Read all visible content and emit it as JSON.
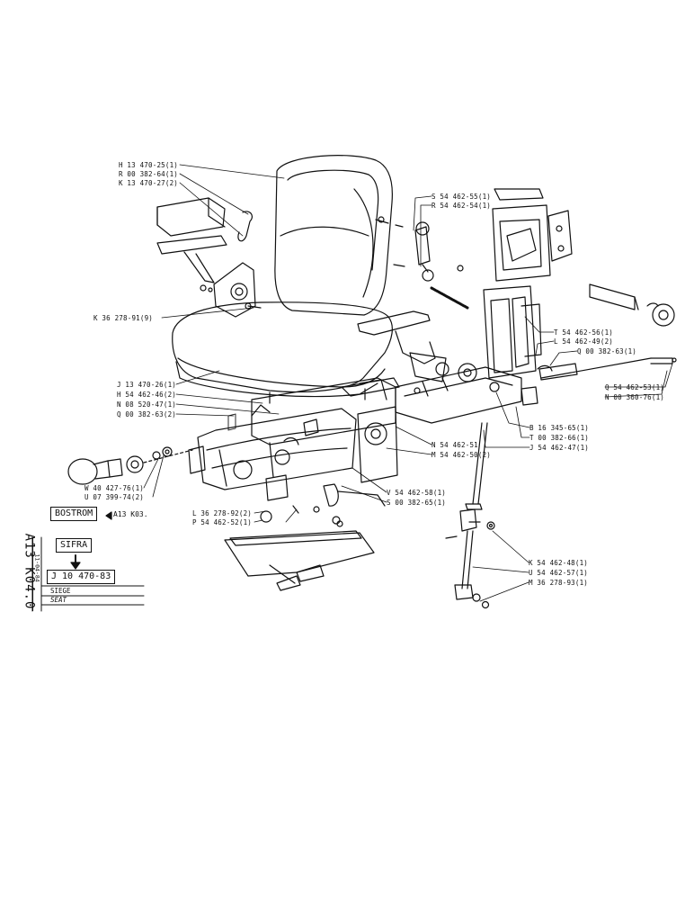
{
  "sheet": {
    "sheet_code": "A13 K04.0",
    "date": "11-04-84",
    "manufacturer_box": "BOSTROM",
    "ref_note": "A13 K03.",
    "brand_box": "SIFRA",
    "drawing_number": "J 10 470-83",
    "title_fr": "SIEGE",
    "title_en": "SEAT"
  },
  "callouts": [
    {
      "id": "H",
      "text": "H 13 470-25(1)"
    },
    {
      "id": "R1",
      "text": "R 00 382-64(1)"
    },
    {
      "id": "K1",
      "text": "K 13 470-27(2)"
    },
    {
      "id": "S1",
      "text": "S 54 462-55(1)"
    },
    {
      "id": "R2",
      "text": "R 54 462-54(1)"
    },
    {
      "id": "K2",
      "text": "K 36 278-91(9)"
    },
    {
      "id": "T1",
      "text": "T 54 462-56(1)"
    },
    {
      "id": "L1",
      "text": "L 54 462-49(2)"
    },
    {
      "id": "Q1",
      "text": "Q 00 382-63(1)"
    },
    {
      "id": "J1",
      "text": "J 13 470-26(1)"
    },
    {
      "id": "H2",
      "text": "H 54 462-46(2)"
    },
    {
      "id": "N1",
      "text": "N 08 520-47(1)"
    },
    {
      "id": "Q2",
      "text": "Q 00 382-63(2)"
    },
    {
      "id": "Q3",
      "text": "Q 54 462-53(1)"
    },
    {
      "id": "N2",
      "text": "N 00 360-76(1)"
    },
    {
      "id": "B1",
      "text": "B 16 345-65(1)"
    },
    {
      "id": "T2",
      "text": "T 00 382-66(1)"
    },
    {
      "id": "N3",
      "text": "N 54 462-51"
    },
    {
      "id": "J2",
      "text": "J 54 462-47(1)"
    },
    {
      "id": "M1",
      "text": "M 54 462-50(2)"
    },
    {
      "id": "W1",
      "text": "W 40 427-76(1)"
    },
    {
      "id": "U1",
      "text": "U 07 399-74(2)"
    },
    {
      "id": "V1",
      "text": "V 54 462-58(1)"
    },
    {
      "id": "S2",
      "text": "S 00 382-65(1)"
    },
    {
      "id": "L2",
      "text": "L 36 278-92(2)"
    },
    {
      "id": "P1",
      "text": "P 54 462-52(1)"
    },
    {
      "id": "K3",
      "text": "K 54 462-48(1)"
    },
    {
      "id": "U2",
      "text": "U 54 462-57(1)"
    },
    {
      "id": "M2",
      "text": "M 36 278-93(1)"
    }
  ]
}
